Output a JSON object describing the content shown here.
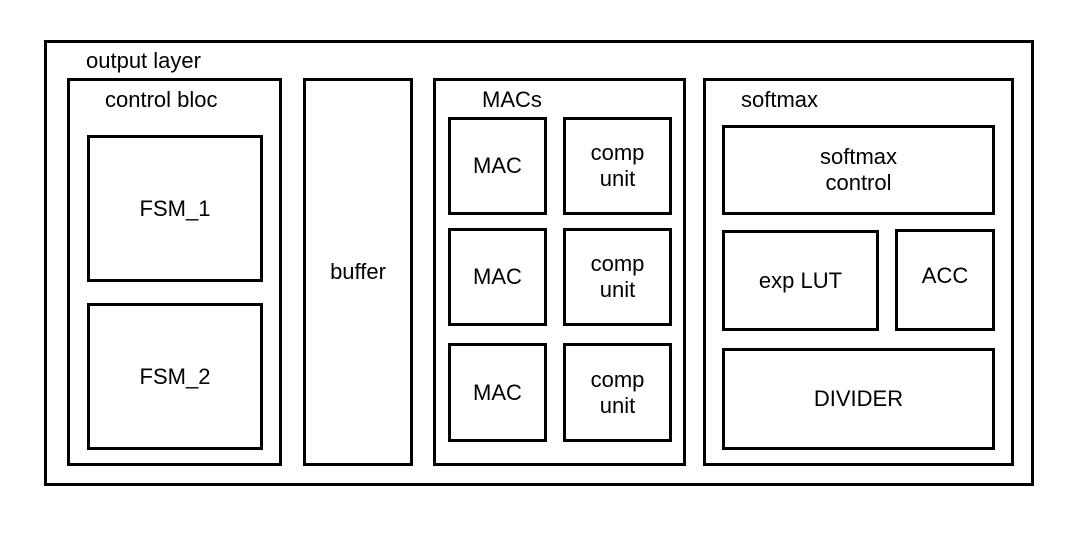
{
  "diagram": {
    "outer": {
      "label": "output layer"
    },
    "control_bloc": {
      "label": "control bloc",
      "fsm1": "FSM_1",
      "fsm2": "FSM_2"
    },
    "buffer": {
      "label": "buffer"
    },
    "macs": {
      "label": "MACs",
      "rows": [
        {
          "mac": "MAC",
          "comp": "comp\nunit"
        },
        {
          "mac": "MAC",
          "comp": "comp\nunit"
        },
        {
          "mac": "MAC",
          "comp": "comp\nunit"
        }
      ]
    },
    "softmax": {
      "label": "softmax",
      "control": "softmax\ncontrol",
      "exp_lut": "exp LUT",
      "acc": "ACC",
      "divider": "DIVIDER"
    }
  }
}
